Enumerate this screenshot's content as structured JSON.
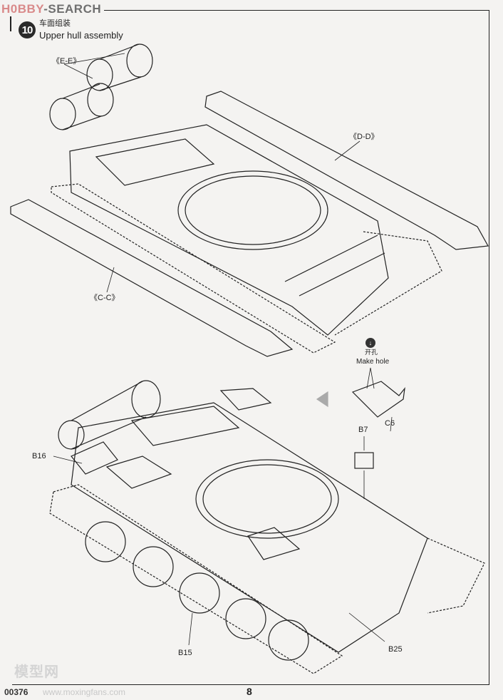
{
  "watermark": {
    "brand_part1": "H0BBY",
    "brand_part2": "-SEARCH",
    "site_cn": "模型网",
    "site_url": "www.moxingfans.com"
  },
  "step": {
    "number": "10",
    "title_cn": "车面组装",
    "title_en": "Upper hull assembly"
  },
  "callouts": {
    "ee": "《E-E》",
    "dd": "《D-D》",
    "cc": "《C-C》",
    "make_hole_cn": "开孔",
    "make_hole_en": "Make hole",
    "c6": "C6",
    "b7": "B7",
    "b16": "B16",
    "b15": "B15",
    "b25": "B25"
  },
  "footer": {
    "page_number": "8",
    "code": "00376"
  },
  "colors": {
    "line": "#222222",
    "paper": "#f4f3f1"
  }
}
